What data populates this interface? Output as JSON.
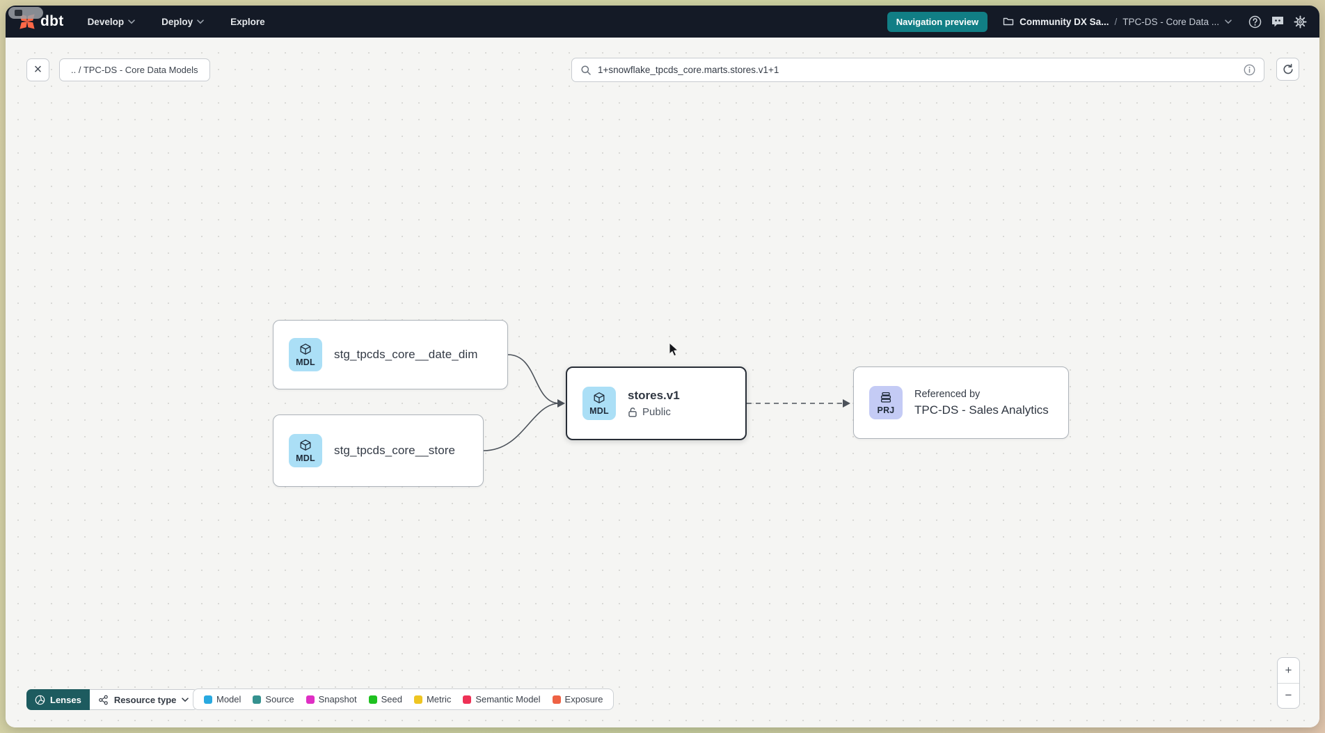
{
  "topnav": {
    "logo_text": "dbt",
    "menus": [
      {
        "label": "Develop"
      },
      {
        "label": "Deploy"
      },
      {
        "label": "Explore"
      }
    ],
    "preview_badge": "Navigation preview",
    "breadcrumb": {
      "account": "Community DX Sa...",
      "separator": "/",
      "project": "TPC-DS - Core Data ..."
    }
  },
  "toolbar": {
    "close_glyph": "×",
    "path_chip": ".. / TPC-DS - Core Data Models",
    "search_value": "1+snowflake_tpcds_core.marts.stores.v1+1"
  },
  "graph": {
    "nodes": [
      {
        "badge": "MDL",
        "label": "stg_tpcds_core__date_dim"
      },
      {
        "badge": "MDL",
        "label": "stg_tpcds_core__store"
      },
      {
        "badge": "MDL",
        "label": "stores.v1",
        "access": "Public",
        "selected": true
      },
      {
        "badge": "PRJ",
        "kicker": "Referenced by",
        "label": "TPC-DS - Sales Analytics"
      }
    ]
  },
  "footer": {
    "lenses_label": "Lenses",
    "resource_type_label": "Resource type",
    "legend": [
      {
        "label": "Model",
        "color": "#29a9e0"
      },
      {
        "label": "Source",
        "color": "#35918f"
      },
      {
        "label": "Snapshot",
        "color": "#df2fc4"
      },
      {
        "label": "Seed",
        "color": "#1fc120"
      },
      {
        "label": "Metric",
        "color": "#eec522"
      },
      {
        "label": "Semantic Model",
        "color": "#ee3156"
      },
      {
        "label": "Exposure",
        "color": "#ee6244"
      }
    ]
  },
  "zoom_controls": {
    "zoom_in": "+",
    "zoom_out": "−"
  },
  "colors": {
    "navbar_bg": "#141a26",
    "accent_teal": "#117e85",
    "lenses_teal": "#1d5b5f",
    "mdl_badge": "#abdff6",
    "prj_badge": "#c4cbf5",
    "selected_border": "#272d36",
    "edge": "#4c525a"
  }
}
